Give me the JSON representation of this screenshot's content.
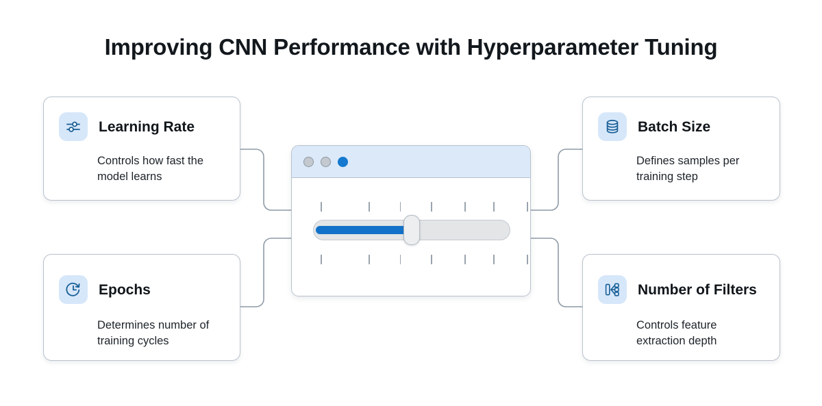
{
  "page": {
    "title": "Improving CNN Performance with Hyperparameter Tuning",
    "background_color": "#ffffff",
    "accent_color": "#1272c9",
    "icon_tile_color": "#d7e7fa",
    "connector_color": "#8e9aa6"
  },
  "cards": [
    {
      "id": "learning-rate",
      "icon": "sliders-icon",
      "title": "Learning Rate",
      "description": "Controls how fast the model learns",
      "position": "top-left"
    },
    {
      "id": "epochs",
      "icon": "clock-arrow-icon",
      "title": "Epochs",
      "description": "Determines number of training cycles",
      "position": "bottom-left"
    },
    {
      "id": "batch-size",
      "icon": "database-icon",
      "title": "Batch Size",
      "description": "Defines samples per training step",
      "position": "top-right"
    },
    {
      "id": "number-of-filters",
      "icon": "filters-branch-icon",
      "title": "Number of Filters",
      "description": "Controls feature extraction depth",
      "position": "bottom-right"
    }
  ],
  "panel": {
    "name": "tuning-window",
    "title_bar_color": "#dbe9f9",
    "dots": [
      {
        "name": "window-dot-1",
        "state": "inactive",
        "color": "#c3c9cf"
      },
      {
        "name": "window-dot-2",
        "state": "inactive",
        "color": "#c3c9cf"
      },
      {
        "name": "window-dot-3",
        "state": "active",
        "color": "#1479cf"
      }
    ],
    "slider": {
      "name": "hyperparameter-slider",
      "fill_percent": 50,
      "thumb_percent": 50,
      "fill_color": "#1272c9",
      "track_color": "#e3e5e7",
      "tick_count": 7,
      "tick_positions_percent": [
        12,
        32,
        45,
        58,
        72,
        84,
        98
      ]
    }
  }
}
